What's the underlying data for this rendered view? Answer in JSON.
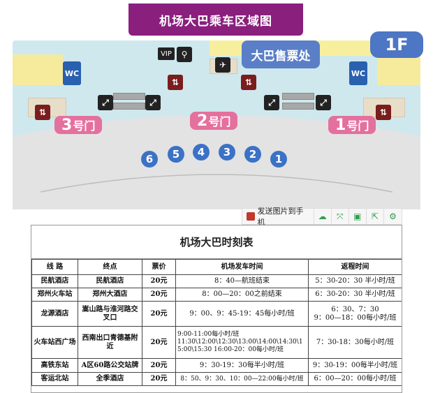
{
  "map": {
    "title": "机场大巴乘车区域图",
    "ticket_office": "大巴售票处",
    "floor": "1F",
    "vip": "VIP",
    "gates": [
      {
        "num": "3",
        "label": "号门"
      },
      {
        "num": "2",
        "label": "号门"
      },
      {
        "num": "1",
        "label": "号门"
      }
    ],
    "stops": [
      "6",
      "5",
      "4",
      "3",
      "2",
      "1"
    ]
  },
  "toolbar": {
    "send_label": "发送图片到手机",
    "icons": [
      "cloud-icon",
      "fullscreen-icon",
      "save-icon",
      "share-icon",
      "settings-icon"
    ]
  },
  "schedule": {
    "title": "机场大巴时刻表",
    "headers": [
      "线 路",
      "终点",
      "票价",
      "机场发车时间",
      "返程时间"
    ],
    "rows": [
      [
        "民航酒店",
        "民航酒店",
        "20元",
        "8：40—航班结束",
        "5：30-20：30 半小时/班"
      ],
      [
        "郑州火车站",
        "郑州大酒店",
        "20元",
        "8：00—20：00之前结束",
        "6：30-20：30 半小时/班"
      ],
      [
        "龙源酒店",
        "嵩山路与淮河路交叉口",
        "20元",
        "9：00、9：45-19：45每小时/班",
        "6：30、7：30\n9：00—18：00每小时/班"
      ],
      [
        "火车站西广场",
        "西南出口青德基附近",
        "20元",
        "9:00-11:00每小时/班\n11:30\\12:00\\12:30\\13:00\\14:00\\14:30\\15:00\\15:30  16:00-20：00每小时/班",
        "7：30-18：30每小时/班"
      ],
      [
        "高铁东站",
        "A区60路公交站牌",
        "20元",
        "9：30-19：30每半小时/班",
        "9：30-19：00每半小时/班"
      ],
      [
        "客运北站",
        "全季酒店",
        "20元",
        "8：50、9：30、10：00—22:00每小时/班",
        "6：00—20：00每小时/班"
      ]
    ]
  },
  "colors": {
    "title_banner": "#8a1f7e",
    "ticket_badge": "#5b7fc7",
    "gate_badge": "#e4709e",
    "stop_circle": "#3b72c6",
    "terminal_floor": "#cfe8ee",
    "toolbar_icon": "#2e9e4a"
  }
}
